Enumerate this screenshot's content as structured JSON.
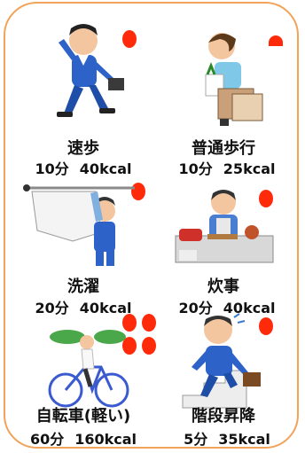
{
  "activities": [
    {
      "name": "速歩",
      "duration": "10分",
      "calories": "40kcal",
      "dots": 1
    },
    {
      "name": "普通歩行",
      "duration": "10分",
      "calories": "25kcal",
      "dots": 1
    },
    {
      "name": "洗濯",
      "duration": "20分",
      "calories": "40kcal",
      "dots": 1
    },
    {
      "name": "炊事",
      "duration": "20分",
      "calories": "40kcal",
      "dots": 1
    },
    {
      "name": "自転車(軽い)",
      "duration": "60分",
      "calories": "160kcal",
      "dots": 4
    },
    {
      "name": "階段昇降",
      "duration": "5分",
      "calories": "35kcal",
      "dots": 1
    }
  ],
  "colors": {
    "border": "#f2a35a",
    "dot": "#ff2a0a",
    "suit": "#2d63c8",
    "skin": "#f4c6a0"
  },
  "icons": [
    "walking-businessman-icon",
    "shopping-woman-icon",
    "laundry-hanging-icon",
    "cooking-person-icon",
    "bicycle-rider-icon",
    "stairs-climber-icon"
  ]
}
